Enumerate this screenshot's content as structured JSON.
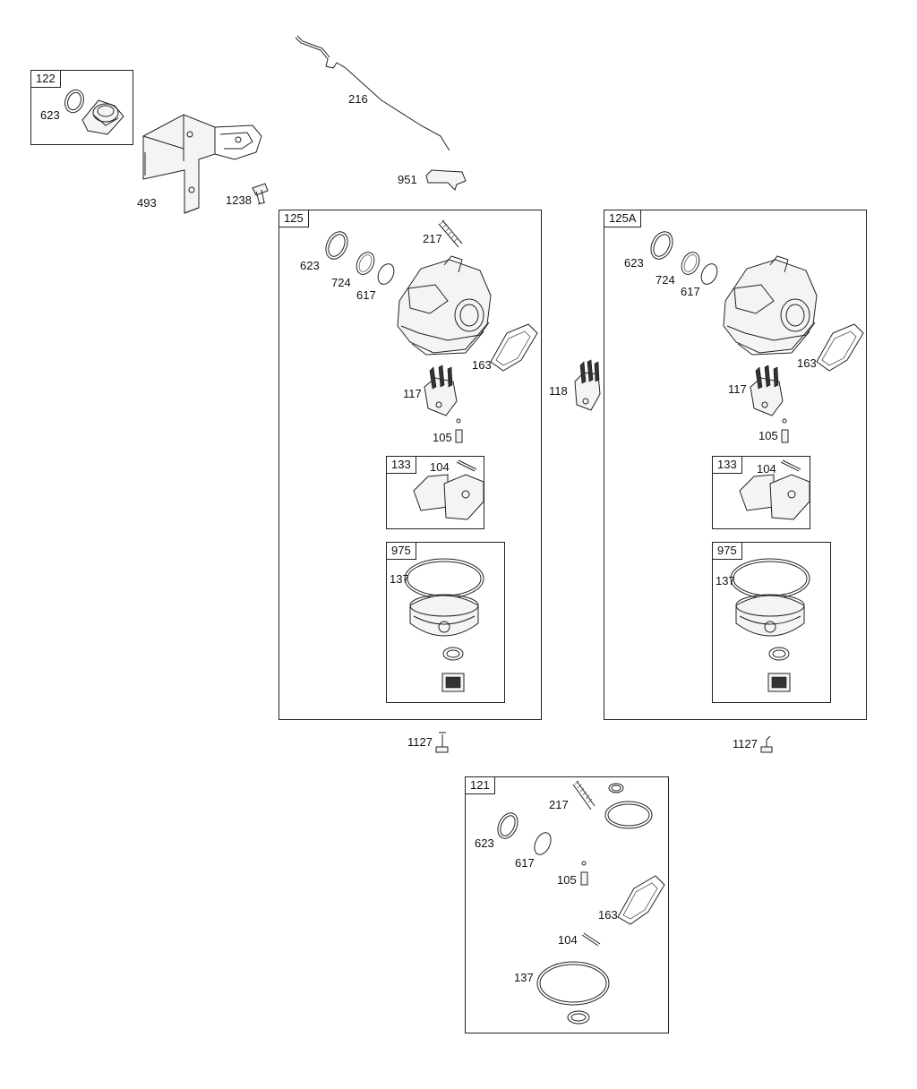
{
  "boxes": {
    "kit_122": "122",
    "carb_125": "125",
    "carb_125a": "125A",
    "sub_133_left": "133",
    "sub_975_left": "975",
    "sub_133_right": "133",
    "sub_975_right": "975",
    "kit_121": "121"
  },
  "callouts": {
    "kit122_623": "623",
    "p216": "216",
    "p951": "951",
    "p493": "493",
    "p1238": "1238",
    "l_217": "217",
    "l_623": "623",
    "l_724": "724",
    "l_617": "617",
    "l_163": "163",
    "l_117": "117",
    "l_105": "105",
    "l_104": "104",
    "l_137": "137",
    "p118": "118",
    "r_623": "623",
    "r_724": "724",
    "r_617": "617",
    "r_163": "163",
    "r_117": "117",
    "r_105": "105",
    "r_104": "104",
    "r_137": "137",
    "p1127_left": "1127",
    "p1127_right": "1127",
    "k_217": "217",
    "k_623": "623",
    "k_617": "617",
    "k_105": "105",
    "k_163": "163",
    "k_104": "104",
    "k_137": "137"
  }
}
